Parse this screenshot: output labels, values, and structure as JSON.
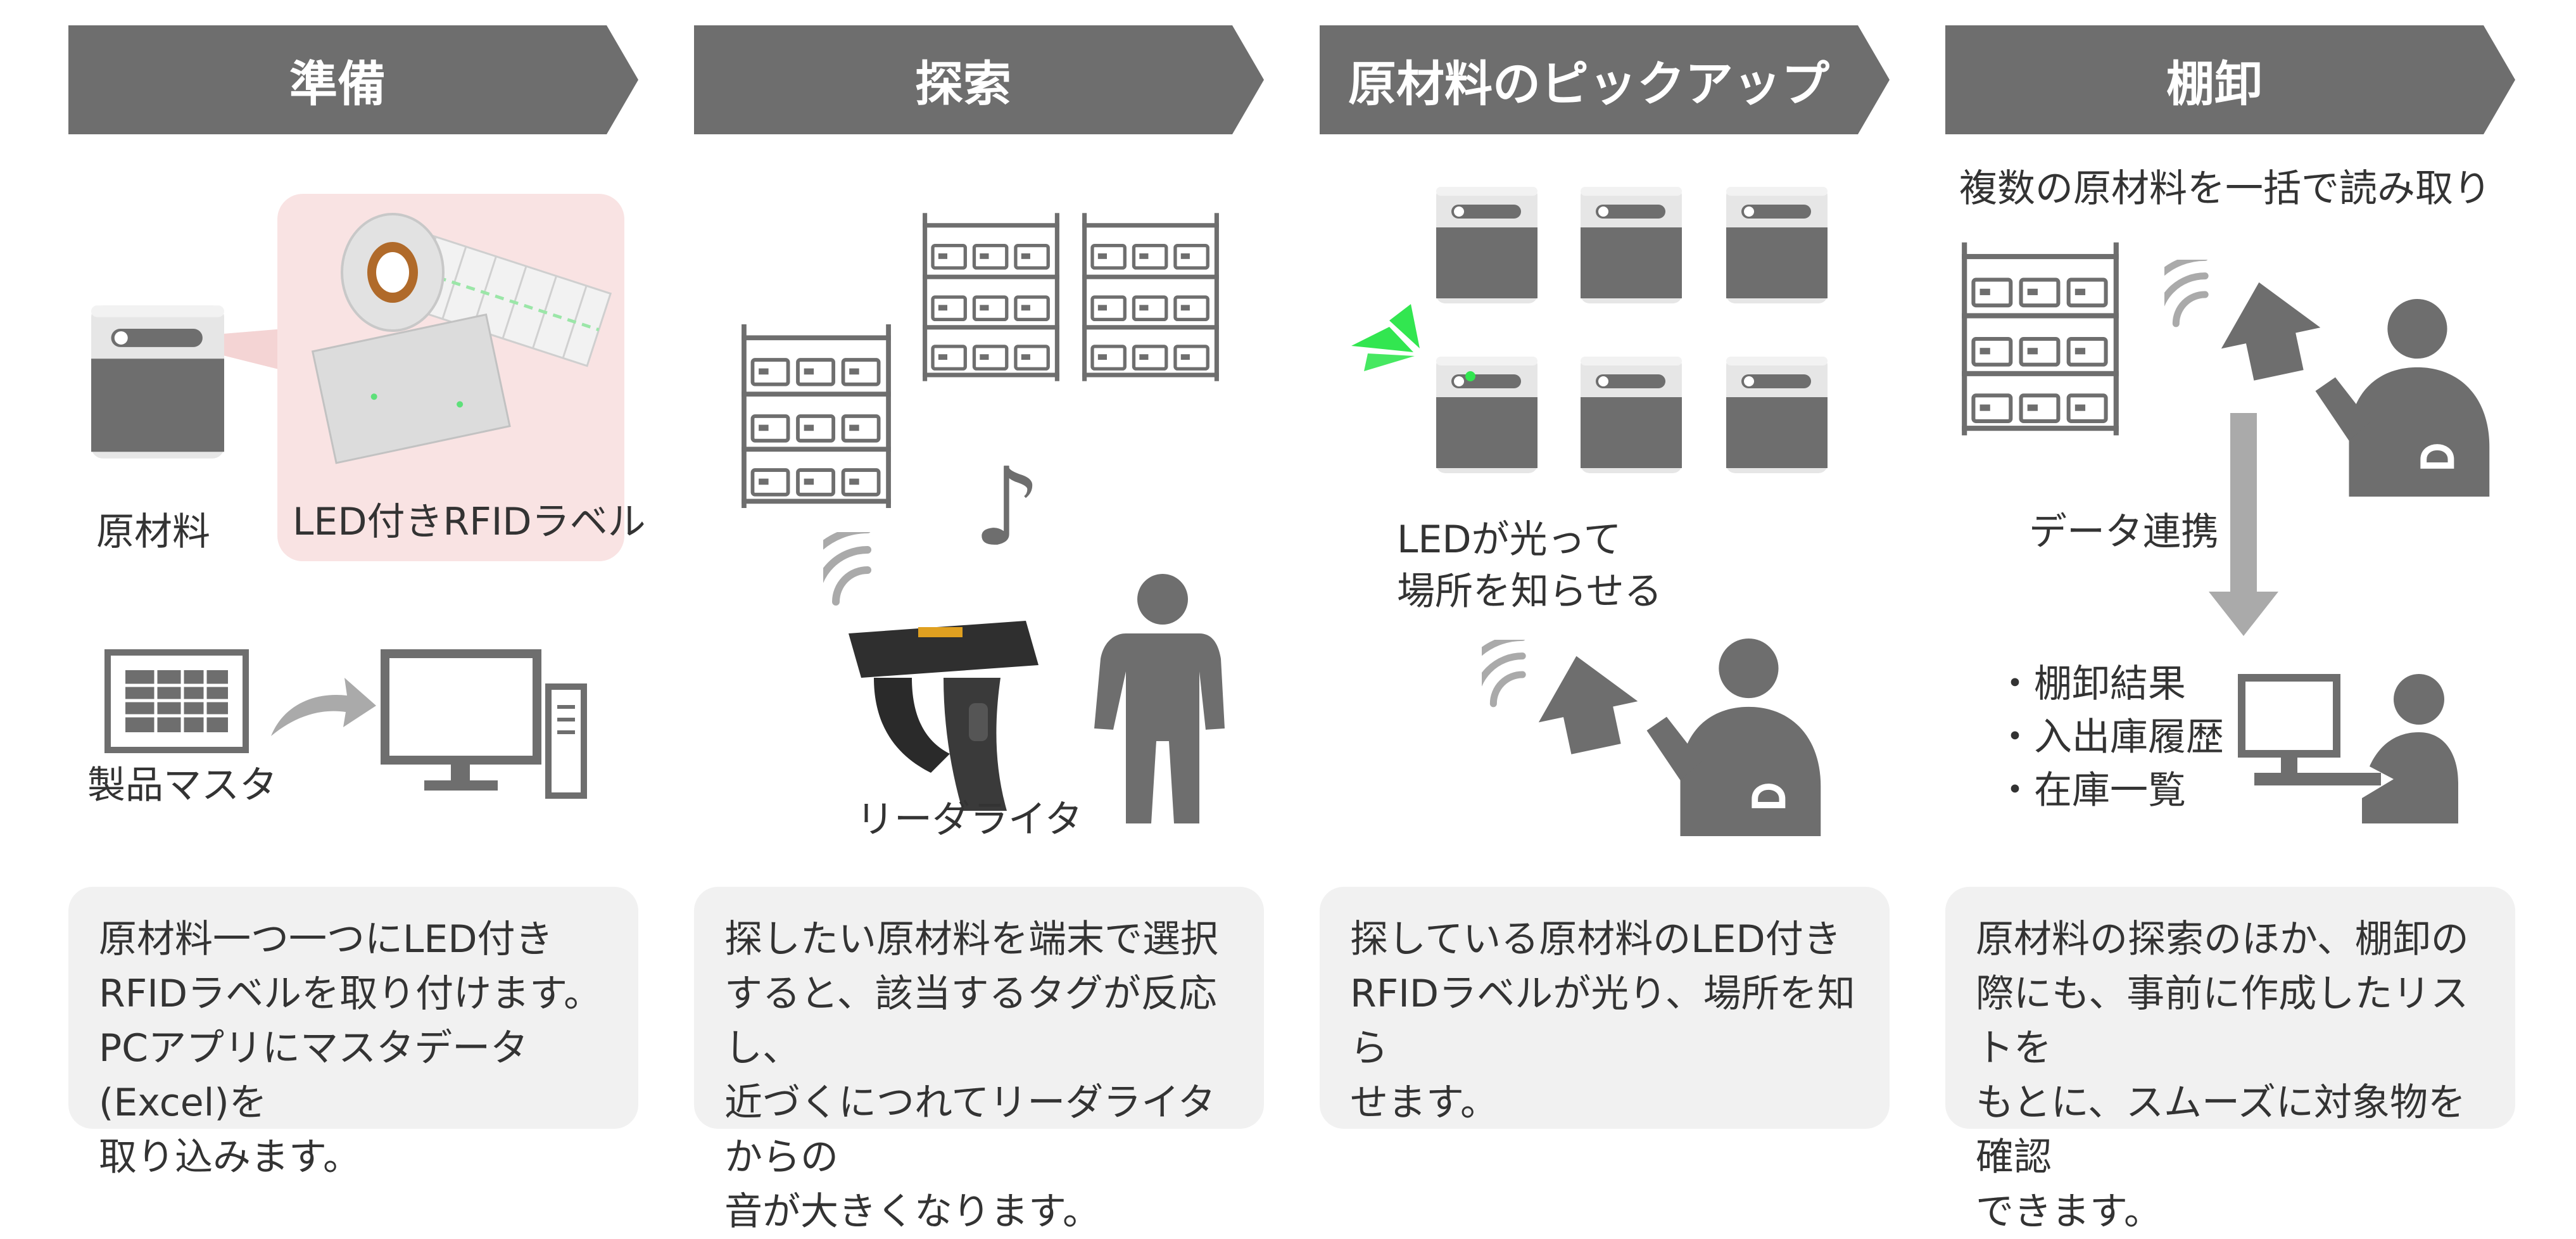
{
  "colors": {
    "header_bg": "#6e6e6e",
    "icon_gray": "#6e6e6e",
    "panel_bg": "#f1f1f1",
    "label_highlight": "#f9e3e3",
    "led_green": "#32e650",
    "arrow_gray": "#aaaaaa"
  },
  "steps": [
    {
      "title": "準備",
      "labels": {
        "material": "原材料",
        "rfid_label": "LED付きRFIDラベル",
        "product_master": "製品マスタ"
      },
      "description": [
        "原材料一つ一つにLED付き",
        "RFIDラベルを取り付けます。",
        "PCアプリにマスタデータ(Excel)を",
        "取り込みます。"
      ]
    },
    {
      "title": "探索",
      "labels": {
        "reader_writer": "リーダライタ"
      },
      "description": [
        "探したい原材料を端末で選択",
        "すると、該当するタグが反応し、",
        "近づくにつれてリーダライタからの",
        "音が大きくなります。"
      ]
    },
    {
      "title": "原材料のピックアップ",
      "labels": {
        "led_line1": "LEDが光って",
        "led_line2": "場所を知らせる"
      },
      "description": [
        "探している原材料のLED付き",
        "RFIDラベルが光り、場所を知ら",
        "せます。"
      ]
    },
    {
      "title": "棚卸",
      "labels": {
        "bulk_read": "複数の原材料を一括で読み取り",
        "data_link": "データ連携",
        "result1": "・棚卸結果",
        "result2": "・入出庫履歴",
        "result3": "・在庫一覧"
      },
      "description": [
        "原材料の探索のほか、棚卸の",
        "際にも、事前に作成したリストを",
        "もとに、スムーズに対象物を確認",
        "できます。"
      ]
    }
  ],
  "icons": {
    "step1": [
      "drum-icon",
      "rfid-label-roll-photo",
      "spreadsheet-icon",
      "arrow-right-icon",
      "pc-monitor-icon"
    ],
    "step2": [
      "shelf-icon",
      "shelf-icon",
      "shelf-icon",
      "wireless-signal-icon",
      "music-note-icon",
      "handheld-reader-photo",
      "person-icon"
    ],
    "step3": [
      "drum-icon",
      "led-flash-icon",
      "wireless-signal-icon",
      "handheld-reader-icon",
      "worker-icon"
    ],
    "step4": [
      "shelf-icon",
      "wireless-signal-icon",
      "handheld-reader-icon",
      "worker-icon",
      "arrow-down-icon",
      "pc-user-icon"
    ]
  }
}
